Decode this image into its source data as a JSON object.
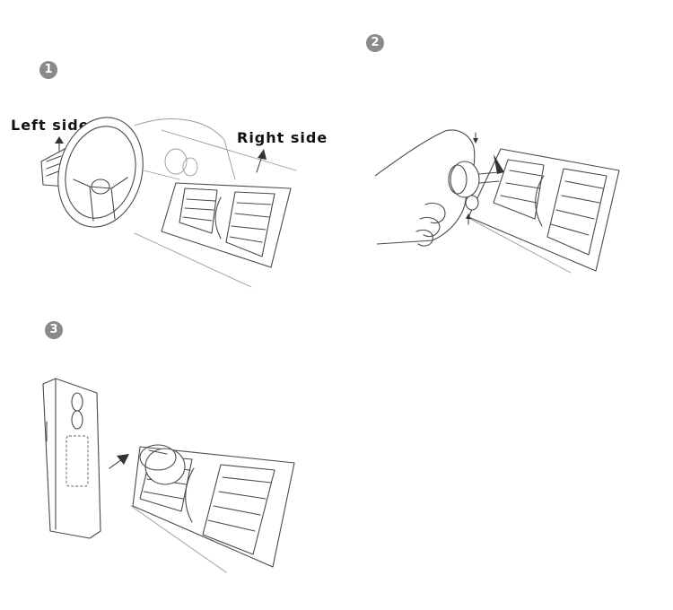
{
  "steps": [
    {
      "number": "1",
      "labels": {
        "left": "Left side",
        "right": "Right side"
      }
    },
    {
      "number": "2"
    },
    {
      "number": "3"
    }
  ],
  "icons": {
    "arrow": "arrow-icon",
    "steering_wheel": "steering-wheel-icon",
    "air_vent": "air-vent-icon",
    "magnetic_mount": "magnetic-mount-icon",
    "hand": "hand-icon",
    "phone": "phone-icon"
  },
  "colors": {
    "badge": "#8a8a8a",
    "line": "#4a4a4a",
    "label": "#111111"
  }
}
